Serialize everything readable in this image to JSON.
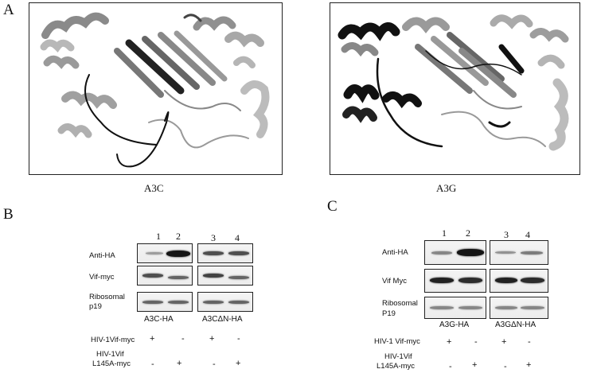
{
  "panels": {
    "a": {
      "letter": "A",
      "structures": [
        {
          "label": "A3C",
          "name": "a3c"
        },
        {
          "label": "A3G",
          "name": "a3g"
        }
      ]
    },
    "b": {
      "letter": "B",
      "lanes": [
        "1",
        "2",
        "3",
        "4"
      ],
      "rows": [
        {
          "label": "Anti-HA",
          "bands": [
            0.35,
            0.95,
            0.7,
            0.7
          ]
        },
        {
          "label": "Vif-myc",
          "bands": [
            0.7,
            0.6,
            0.75,
            0.6
          ]
        },
        {
          "label_line1": "Ribosomal",
          "label_line2": "p19",
          "bands": [
            0.6,
            0.6,
            0.6,
            0.6
          ]
        }
      ],
      "groups": [
        "A3C-HA",
        "A3CΔN-HA"
      ],
      "conditions": [
        {
          "label": "HIV-1Vif-myc",
          "signs": [
            "+",
            "-",
            "+",
            "-"
          ]
        },
        {
          "label_line1": "HIV-1Vif",
          "label_line2": "L145A-myc",
          "signs": [
            "-",
            "+",
            "-",
            "+"
          ]
        }
      ]
    },
    "c": {
      "letter": "C",
      "lanes": [
        "1",
        "2",
        "3",
        "4"
      ],
      "rows": [
        {
          "label": "Anti-HA",
          "bands": [
            0.45,
            0.95,
            0.4,
            0.5
          ]
        },
        {
          "label": "Vif Myc",
          "bands": [
            0.9,
            0.85,
            0.9,
            0.85
          ]
        },
        {
          "label_line1": "Ribosomal",
          "label_line2": "P19",
          "bands": [
            0.45,
            0.45,
            0.45,
            0.45
          ]
        }
      ],
      "groups": [
        "A3G-HA",
        "A3GΔN-HA"
      ],
      "conditions": [
        {
          "label": "HIV-1 Vif-myc",
          "signs": [
            "+",
            "-",
            "+",
            "-"
          ]
        },
        {
          "label_line1": "HIV-1Vif",
          "label_line2": "L145A-myc",
          "signs": [
            "-",
            "+",
            "-",
            "+"
          ]
        }
      ]
    }
  }
}
